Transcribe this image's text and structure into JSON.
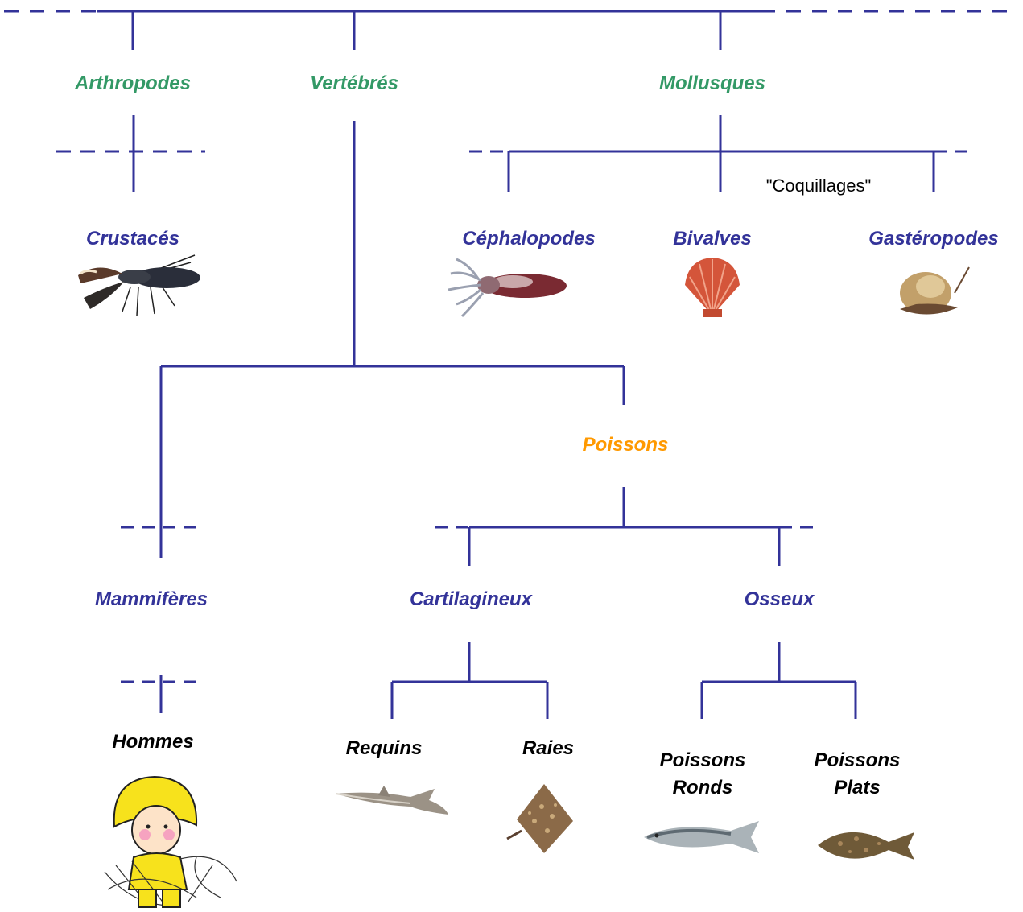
{
  "groups": {
    "arthropodes": "Arthropodes",
    "vertebres": "Vertébrés",
    "mollusques": "Mollusques"
  },
  "taxa": {
    "crustaces": "Crustacés",
    "cephalopodes": "Céphalopodes",
    "bivalves": "Bivalves",
    "gasteropodes": "Gastéropodes",
    "poissons": "Poissons",
    "mammiferes": "Mammifères",
    "cartilagineux": "Cartilagineux",
    "osseux": "Osseux",
    "hommes": "Hommes",
    "requins": "Requins",
    "raies": "Raies",
    "poissons_ronds_1": "Poissons",
    "poissons_ronds_2": "Ronds",
    "poissons_plats_1": "Poissons",
    "poissons_plats_2": "Plats"
  },
  "notes": {
    "coquillages": "\"Coquillages\""
  },
  "colors": {
    "line": "#333399",
    "green_label": "#339966",
    "blue_label": "#333399",
    "orange_label": "#ff9900"
  },
  "illustrations": [
    "lobster-image",
    "squid-image",
    "scallop-image",
    "snail-image",
    "fisherman-child-image",
    "shark-image",
    "ray-image",
    "sea-bass-image",
    "flatfish-image"
  ]
}
